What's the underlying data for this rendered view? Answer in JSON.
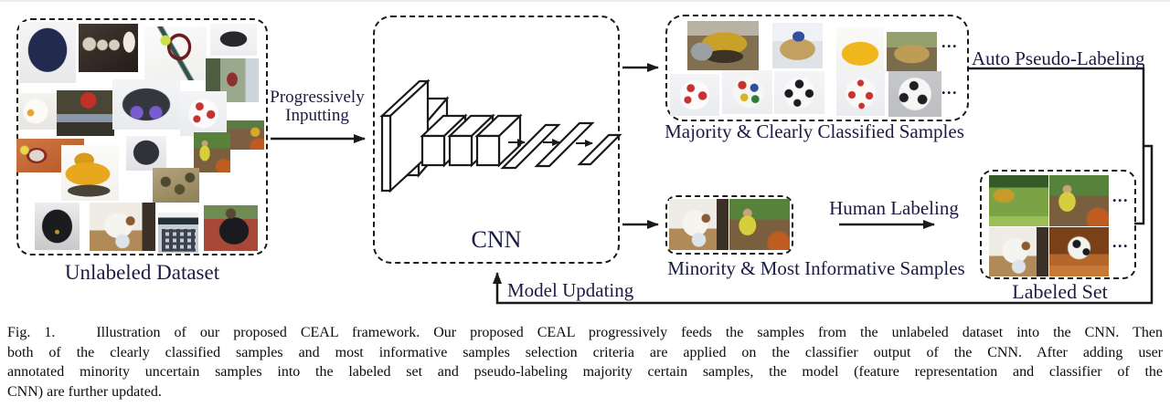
{
  "figure": {
    "ellipsis": "...",
    "unlabeled_dataset": {
      "label": "Unlabeled Dataset",
      "images": [
        "navy-backpack",
        "xray-rackets",
        "tennis-racket",
        "binoculars",
        "hiker-valley",
        "mug",
        "magazine",
        "large-binoculars",
        "soccer-ball",
        "excavator-site",
        "clay-court-racket",
        "yellow-bulldozer",
        "black-backpack",
        "boy-on-site",
        "camo-gear",
        "school-backpack",
        "dog-with-ball",
        "calculator",
        "red-jacket-hiker"
      ]
    },
    "progressive_input": {
      "line1": "Progressively",
      "line2": "Inputting"
    },
    "cnn": {
      "label": "CNN"
    },
    "majority": {
      "label": "Majority & Clearly Classified Samples",
      "row1_images": [
        "bulldozer-1",
        "bulldozer-2",
        "bulldozer-3",
        "bulldozer-4"
      ],
      "row2_images": [
        "soccer-red",
        "soccer-flags",
        "soccer-classic",
        "soccer-canada",
        "soccer-gray"
      ]
    },
    "auto_pseudo_labeling": {
      "label": "Auto Pseudo-Labeling"
    },
    "minority": {
      "label": "Minority & Most Informative Samples",
      "images": [
        "dog-with-ball",
        "boy-on-site"
      ]
    },
    "human_labeling": {
      "label": "Human Labeling"
    },
    "labeled_set": {
      "label": "Labeled Set",
      "images": [
        "bulldozer-field",
        "boy-on-site",
        "dog-with-ball",
        "soccer-orange"
      ]
    },
    "model_updating": {
      "label": "Model Updating"
    }
  },
  "caption": {
    "line1": "Fig. 1.   Illustration of our proposed CEAL framework. Our proposed CEAL progressively feeds the samples from the unlabeled dataset into the CNN. Then",
    "line2": "both of the clearly classified samples and most informative samples selection criteria are applied on the classifier output of the CNN. After adding user",
    "line3": "annotated minority uncertain samples into the labeled set and pseudo-labeling majority certain samples, the model (feature representation and classifier of the",
    "line4": "CNN) are further updated."
  },
  "colors": {
    "label_text": "#1b1b44",
    "caption_text": "#0b0b0b",
    "line": "#1a1a1a"
  }
}
